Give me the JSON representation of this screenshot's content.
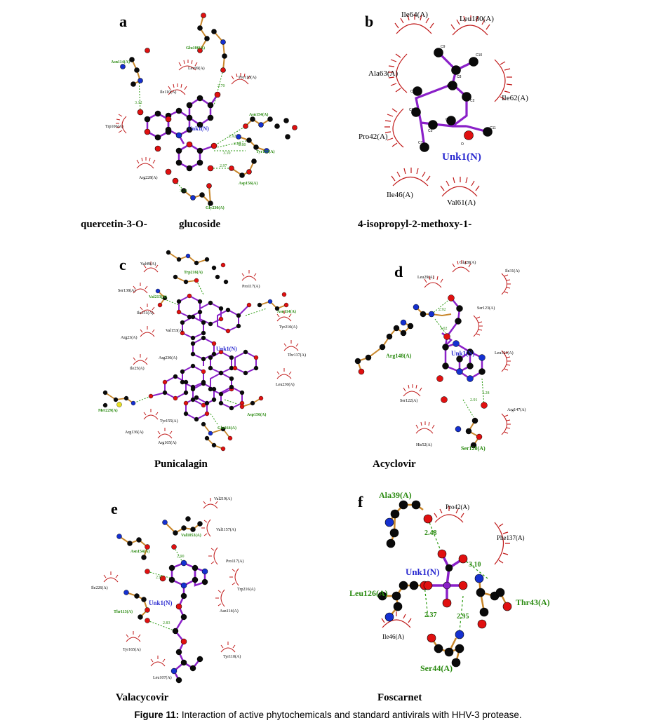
{
  "figure": {
    "label": "Figure 11:",
    "text": " Interaction of active phytochemicals and standard antivirals with HHV-3 protease."
  },
  "panels": [
    {
      "letter": "a",
      "caption_left": "quercetin-3-O-",
      "caption_right": "glucoside",
      "ligand": "Unk1(N)",
      "hbond_residues": [
        "Asn114(A)",
        "Glu106(A)",
        "Asn154(A)",
        "Tyr155(A)",
        "Asp156(A)",
        "Gly230(A)"
      ],
      "hydrophobic_residues": [
        "Leu99(A)",
        "Ile110(A)",
        "Pro110(A)",
        "Trp106(A)",
        "Arg228(A)"
      ],
      "distances": [
        "2.70",
        "3.12",
        "2.92",
        "2.89",
        "3.10",
        "2.80",
        "2.97",
        "3.15"
      ]
    },
    {
      "letter": "b",
      "caption": "4-isopropyl-2-methoxy-1-",
      "ligand": "Unk1(N)",
      "hydrophobic_residues": [
        "Ile64(A)",
        "Leu180(A)",
        "Ala63(A)",
        "Ile62(A)",
        "Pro42(A)",
        "Ile46(A)",
        "Val61(A)"
      ],
      "atoms": [
        "C9",
        "C10",
        "C8",
        "C3",
        "C1",
        "C2",
        "C6",
        "C4",
        "C5",
        "O",
        "C11",
        "C7"
      ]
    },
    {
      "letter": "c",
      "caption": "Punicalagin",
      "ligand": "Unk1(N)",
      "hbond_residues": [
        "Trp216(A)",
        "Val213(A)",
        "Asn114(A)",
        "Met229(A)",
        "Asp156(A)",
        "Glu164(A)"
      ],
      "hydrophobic_residues": [
        "Val49(A)",
        "Ser138(A)",
        "Ile151(A)",
        "Arg23(A)",
        "Ile25(A)",
        "Val153(A)",
        "Arg230(A)",
        "Pro117(A)",
        "Tyr210(A)",
        "Thr137(A)",
        "Leu230(A)",
        "Arg165(A)",
        "Tyr155(A)",
        "Arg136(A)"
      ]
    },
    {
      "letter": "d",
      "caption": "Acyclovir",
      "ligand": "Unk1(N)",
      "hbond_residues": [
        "Arg148(A)",
        "Ser120(A)"
      ],
      "hydrophobic_residues": [
        "Glu28(A)",
        "Ile31(A)",
        "Leu29(A)",
        "Ser123(A)",
        "Leu121(A)",
        "Ser122(A)",
        "Arg147(A)",
        "His52(A)"
      ],
      "distances": [
        "2.92",
        "3.02",
        "3.28",
        "2.91"
      ]
    },
    {
      "letter": "e",
      "caption": "Valacycovir",
      "ligand": "Unk1(N)",
      "hbond_residues": [
        "Asn154(A)",
        "Val1053(A)",
        "Thr113(A)"
      ],
      "hydrophobic_residues": [
        "Val219(A)",
        "Val1157(A)",
        "Pro117(A)",
        "Ile226(A)",
        "Trp216(A)",
        "Asn114(A)",
        "Tyr165(A)",
        "Tyr110(A)",
        "Leu107(A)"
      ],
      "distances": [
        "2.90",
        "2.97",
        "2.83"
      ]
    },
    {
      "letter": "f",
      "caption": "Foscarnet",
      "ligand": "Unk1(N)",
      "hbond_residues": [
        "Ala39(A)",
        "Leu126(A)",
        "Thr43(A)",
        "Ser44(A)"
      ],
      "hydrophobic_residues": [
        "Pro42(A)",
        "Phe137(A)",
        "Ile46(A)"
      ],
      "distances": [
        "2.48",
        "3.10",
        "2.37",
        "2.95"
      ]
    }
  ],
  "colors": {
    "carbon": "#0a0a0a",
    "oxygen": "#e01010",
    "nitrogen": "#1530d0",
    "sulfur": "#e8e020",
    "ligand_bond": "#8a20c8",
    "residue_bond": "#c8862a",
    "hbond": "#2a9a10",
    "hydrophobic_arc": "#c01818",
    "ligand_label": "#2a2ad0"
  }
}
